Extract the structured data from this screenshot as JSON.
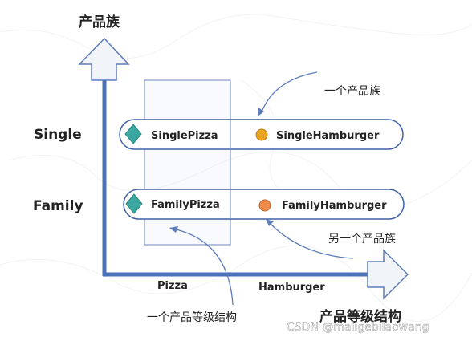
{
  "colors": {
    "axis": "#4a72b8",
    "pill_stroke": "#3f61a6",
    "diamond": "#3aa8a0",
    "circle_single": "#e9a521",
    "circle_family": "#f08a4b",
    "outline_box": "#6d86bf",
    "arrow_fill": "#f1f4f9",
    "arrow_stroke": "#5d7dbb",
    "watermark": "#ffffff"
  },
  "axes": {
    "y_title": "产品族",
    "x_title": "产品等级结构",
    "x_labels": [
      "Pizza",
      "Hamburger"
    ],
    "y_labels": [
      "Single",
      "Family"
    ]
  },
  "families": [
    {
      "name": "Single",
      "left_label": "SinglePizza",
      "right_label": "SingleHamburger",
      "left_icon": "diamond-icon",
      "right_icon": "circle-icon"
    },
    {
      "name": "Family",
      "left_label": "FamilyPizza",
      "right_label": "FamilyHamburger",
      "left_icon": "diamond-icon",
      "right_icon": "circle-icon"
    }
  ],
  "annotations": {
    "family_top": "一个产品族",
    "family_bottom": "另一个产品族",
    "level": "一个产品等级结构"
  },
  "watermark": "CSDN @maligebilaowang"
}
